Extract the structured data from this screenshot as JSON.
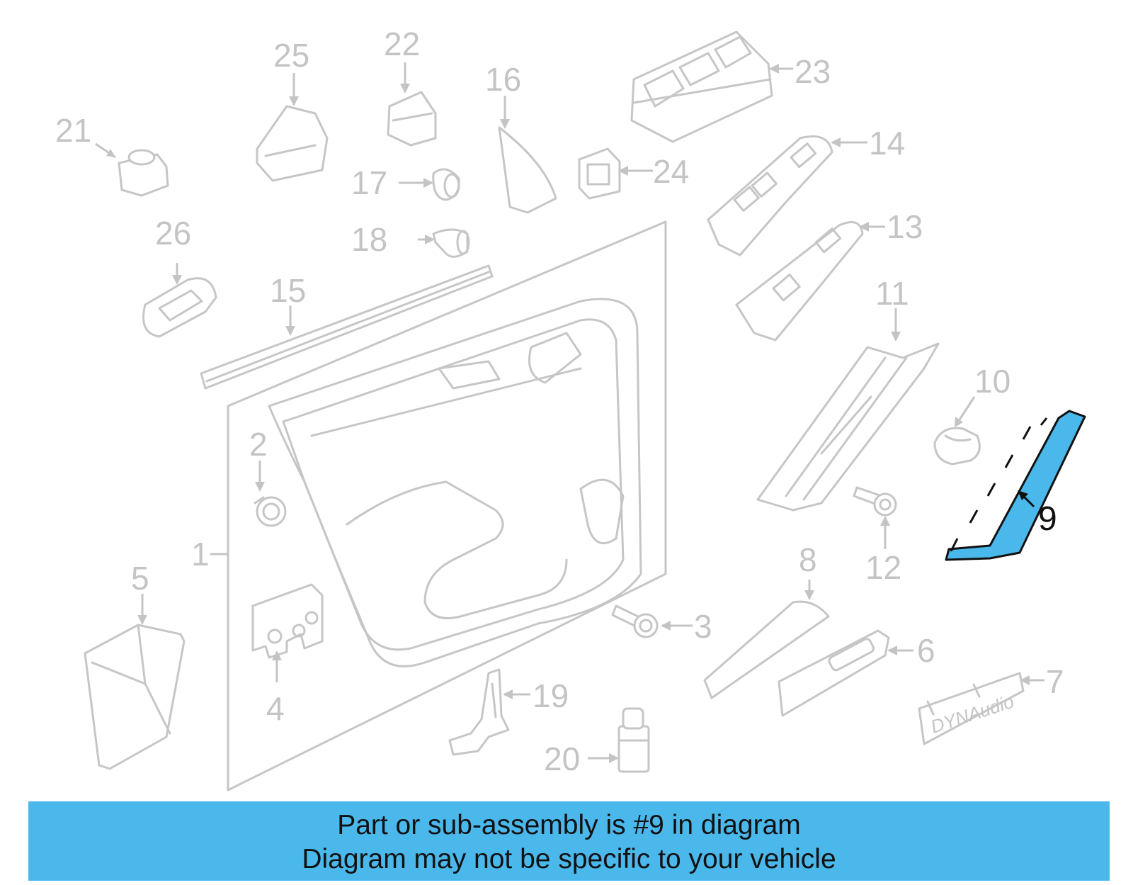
{
  "diagram": {
    "highlight_color": "#4bb8ec",
    "label_color": "#c4c4c4",
    "highlighted_part": "9",
    "callouts": {
      "c1": "1",
      "c2": "2",
      "c3": "3",
      "c4": "4",
      "c5": "5",
      "c6": "6",
      "c7": "7",
      "c8": "8",
      "c9": "9",
      "c10": "10",
      "c11": "11",
      "c12": "12",
      "c13": "13",
      "c14": "14",
      "c15": "15",
      "c16": "16",
      "c17": "17",
      "c18": "18",
      "c19": "19",
      "c20": "20",
      "c21": "21",
      "c22": "22",
      "c23": "23",
      "c24": "24",
      "c25": "25",
      "c26": "26"
    },
    "badge_text": "DYNAudio"
  },
  "banner": {
    "line1": "Part or sub-assembly is #9 in diagram",
    "line2": "Diagram may not be specific to your vehicle"
  }
}
